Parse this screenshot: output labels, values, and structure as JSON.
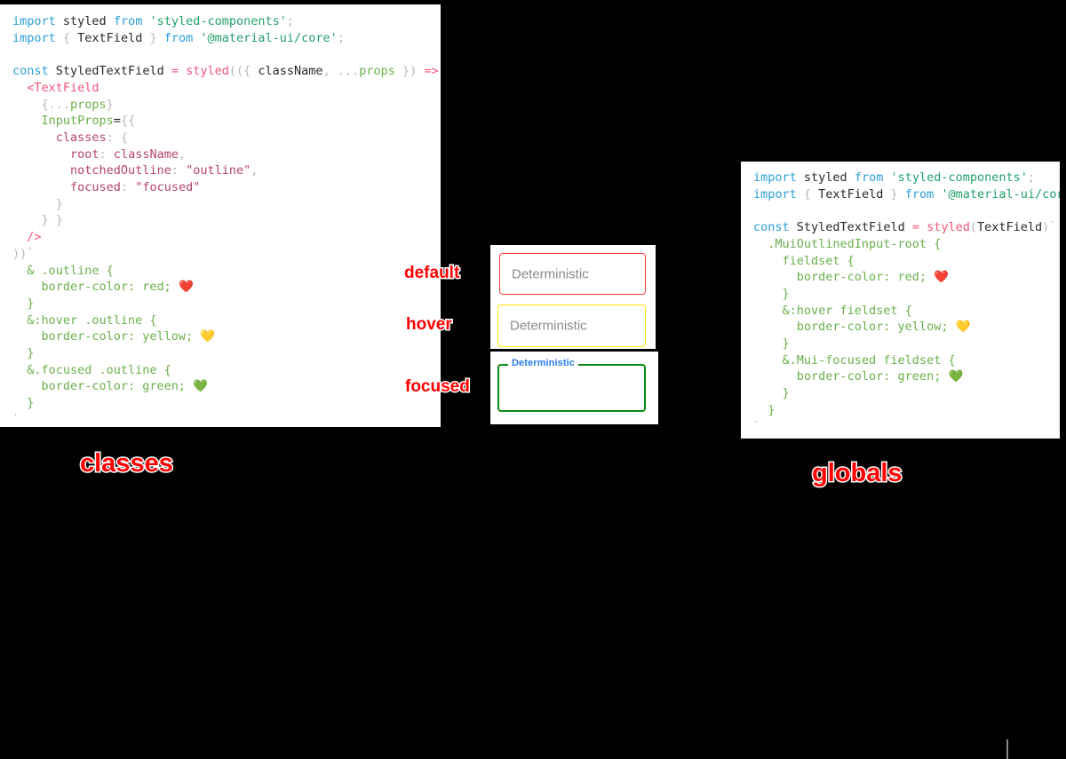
{
  "left_panel": {
    "name": "classes",
    "caption": "classes",
    "code_lines": [
      [
        {
          "t": "import ",
          "c": "kw"
        },
        {
          "t": "styled ",
          "c": "plain"
        },
        {
          "t": "from ",
          "c": "kw"
        },
        {
          "t": "'styled-components'",
          "c": "str"
        },
        {
          "t": ";",
          "c": "punc"
        }
      ],
      [
        {
          "t": "import ",
          "c": "kw"
        },
        {
          "t": "{ ",
          "c": "punc"
        },
        {
          "t": "TextField",
          "c": "plain"
        },
        {
          "t": " } ",
          "c": "punc"
        },
        {
          "t": "from ",
          "c": "kw"
        },
        {
          "t": "'@material-ui/core'",
          "c": "str"
        },
        {
          "t": ";",
          "c": "punc"
        }
      ],
      [],
      [
        {
          "t": "const ",
          "c": "kw"
        },
        {
          "t": "StyledTextField ",
          "c": "plain"
        },
        {
          "t": "= ",
          "c": "fn"
        },
        {
          "t": "styled",
          "c": "fn"
        },
        {
          "t": "((",
          "c": "punc"
        },
        {
          "t": "{ ",
          "c": "punc"
        },
        {
          "t": "className",
          "c": "plain"
        },
        {
          "t": ", ",
          "c": "punc"
        },
        {
          "t": "...",
          "c": "punc"
        },
        {
          "t": "props",
          "c": "prop"
        },
        {
          "t": " }) ",
          "c": "punc"
        },
        {
          "t": "=> ",
          "c": "fn"
        },
        {
          "t": "(",
          "c": "punc"
        }
      ],
      [
        {
          "t": "  <",
          "c": "tag"
        },
        {
          "t": "TextField",
          "c": "tag"
        }
      ],
      [
        {
          "t": "    {",
          "c": "punc"
        },
        {
          "t": "...",
          "c": "punc"
        },
        {
          "t": "props",
          "c": "prop"
        },
        {
          "t": "}",
          "c": "punc"
        }
      ],
      [
        {
          "t": "    ",
          "c": "plain"
        },
        {
          "t": "InputProps",
          "c": "prop"
        },
        {
          "t": "=",
          "c": "plain"
        },
        {
          "t": "{{",
          "c": "punc"
        }
      ],
      [
        {
          "t": "      ",
          "c": "plain"
        },
        {
          "t": "classes",
          "c": "key"
        },
        {
          "t": ": ",
          "c": "punc"
        },
        {
          "t": "{",
          "c": "punc"
        }
      ],
      [
        {
          "t": "        ",
          "c": "plain"
        },
        {
          "t": "root",
          "c": "key"
        },
        {
          "t": ": ",
          "c": "punc"
        },
        {
          "t": "className",
          "c": "val"
        },
        {
          "t": ",",
          "c": "punc"
        }
      ],
      [
        {
          "t": "        ",
          "c": "plain"
        },
        {
          "t": "notchedOutline",
          "c": "key"
        },
        {
          "t": ": ",
          "c": "punc"
        },
        {
          "t": "\"outline\"",
          "c": "val"
        },
        {
          "t": ",",
          "c": "punc"
        }
      ],
      [
        {
          "t": "        ",
          "c": "plain"
        },
        {
          "t": "focused",
          "c": "key"
        },
        {
          "t": ": ",
          "c": "punc"
        },
        {
          "t": "\"focused\"",
          "c": "val"
        }
      ],
      [
        {
          "t": "      }",
          "c": "punc"
        }
      ],
      [
        {
          "t": "    } }",
          "c": "punc"
        }
      ],
      [
        {
          "t": "  />",
          "c": "tag"
        }
      ],
      [
        {
          "t": "))`",
          "c": "punc"
        }
      ],
      [
        {
          "t": "  & .outline {",
          "c": "css"
        }
      ],
      [
        {
          "t": "    border-color: red; ",
          "c": "css"
        },
        {
          "t": "❤️",
          "c": "emoji"
        }
      ],
      [
        {
          "t": "  }",
          "c": "css"
        }
      ],
      [
        {
          "t": "  &:hover .outline {",
          "c": "css"
        }
      ],
      [
        {
          "t": "    border-color: yellow; ",
          "c": "css"
        },
        {
          "t": "💛",
          "c": "emoji"
        }
      ],
      [
        {
          "t": "  }",
          "c": "css"
        }
      ],
      [
        {
          "t": "  &.focused .outline {",
          "c": "css"
        }
      ],
      [
        {
          "t": "    border-color: green; ",
          "c": "css"
        },
        {
          "t": "💚",
          "c": "emoji"
        }
      ],
      [
        {
          "t": "  }",
          "c": "css"
        }
      ],
      [
        {
          "t": "`",
          "c": "punc"
        }
      ],
      [
        {
          "t": " ;",
          "c": "punc"
        }
      ]
    ]
  },
  "right_panel": {
    "name": "globals",
    "caption": "globals",
    "code_lines": [
      [
        {
          "t": "import ",
          "c": "kw"
        },
        {
          "t": "styled ",
          "c": "plain"
        },
        {
          "t": "from ",
          "c": "kw"
        },
        {
          "t": "'styled-components'",
          "c": "str"
        },
        {
          "t": ";",
          "c": "punc"
        }
      ],
      [
        {
          "t": "import ",
          "c": "kw"
        },
        {
          "t": "{ ",
          "c": "punc"
        },
        {
          "t": "TextField",
          "c": "plain"
        },
        {
          "t": " } ",
          "c": "punc"
        },
        {
          "t": "from ",
          "c": "kw"
        },
        {
          "t": "'@material-ui/core'",
          "c": "str"
        },
        {
          "t": ";",
          "c": "punc"
        }
      ],
      [],
      [
        {
          "t": "const ",
          "c": "kw"
        },
        {
          "t": "StyledTextField ",
          "c": "plain"
        },
        {
          "t": "= ",
          "c": "fn"
        },
        {
          "t": "styled",
          "c": "fn"
        },
        {
          "t": "(",
          "c": "punc"
        },
        {
          "t": "TextField",
          "c": "plain"
        },
        {
          "t": ")`",
          "c": "punc"
        }
      ],
      [
        {
          "t": "  .MuiOutlinedInput-root {",
          "c": "css"
        }
      ],
      [
        {
          "t": "    fieldset {",
          "c": "css"
        }
      ],
      [
        {
          "t": "      border-color: red; ",
          "c": "css"
        },
        {
          "t": "❤️",
          "c": "emoji"
        }
      ],
      [
        {
          "t": "    }",
          "c": "css"
        }
      ],
      [
        {
          "t": "    &:hover fieldset {",
          "c": "css"
        }
      ],
      [
        {
          "t": "      border-color: yellow; ",
          "c": "css"
        },
        {
          "t": "💛",
          "c": "emoji"
        }
      ],
      [
        {
          "t": "    }",
          "c": "css"
        }
      ],
      [
        {
          "t": "    &.Mui-focused fieldset {",
          "c": "css"
        }
      ],
      [
        {
          "t": "      border-color: green; ",
          "c": "css"
        },
        {
          "t": "💚",
          "c": "emoji"
        }
      ],
      [
        {
          "t": "    }",
          "c": "css"
        }
      ],
      [
        {
          "t": "  }",
          "c": "css"
        }
      ],
      [
        {
          "t": "`",
          "c": "punc"
        }
      ],
      [
        {
          "t": " ;",
          "c": "punc"
        }
      ]
    ]
  },
  "demo": {
    "fields": [
      {
        "state": "default",
        "state_label": "default",
        "value": "Deterministic",
        "border_color": "#ff3b30",
        "label_floating": false
      },
      {
        "state": "hover",
        "state_label": "hover",
        "value": "Deterministic",
        "border_color": "#ffe800",
        "label_floating": false
      },
      {
        "state": "focused",
        "state_label": "focused",
        "value": "",
        "notch_label": "Deterministic",
        "notch_label_color": "#2b7de9",
        "border_color": "#0a8a12",
        "label_floating": true
      }
    ]
  },
  "colors": {
    "background": "#000000",
    "panel": "#ffffff",
    "annotation": "#ff0000",
    "annotation_stroke": "#ffffff"
  }
}
